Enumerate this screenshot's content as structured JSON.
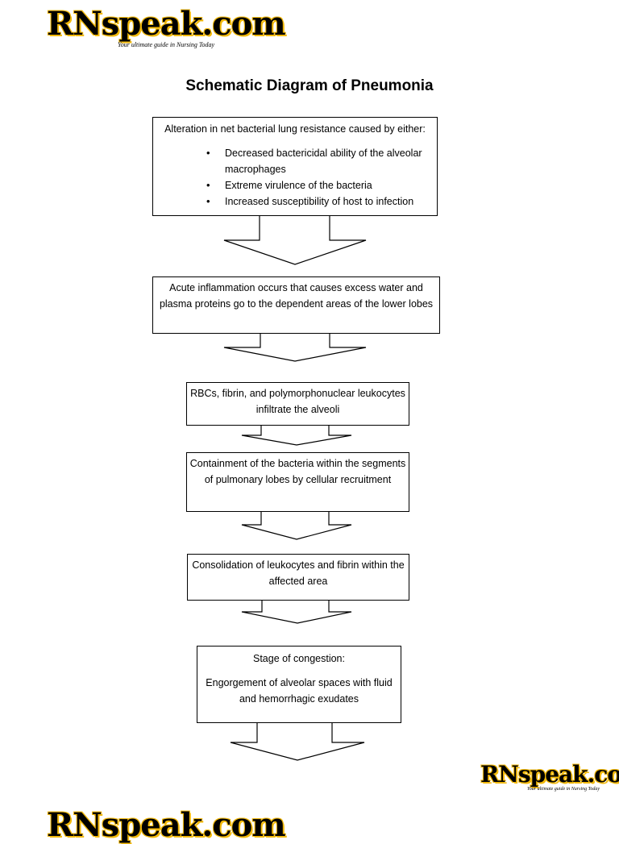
{
  "logo": {
    "text": "RNspeak.com",
    "tagline": "Your ultimate guide in Nursing Today"
  },
  "title": "Schematic Diagram of Pneumonia",
  "flowchart": {
    "step1": {
      "lead": "Alteration in net bacterial lung resistance caused by either:",
      "bullets": [
        "Decreased bactericidal ability of the alveolar macrophages",
        "Extreme virulence of the bacteria",
        "Increased susceptibility of host to infection"
      ]
    },
    "step2": "Acute inflammation occurs that causes excess water and plasma proteins go to the dependent areas of the lower lobes",
    "step3": "RBCs, fibrin, and polymorphonuclear leukocytes infiltrate the alveoli",
    "step4": "Containment of the bacteria within the segments of pulmonary lobes by cellular recruitment",
    "step5": "Consolidation of leukocytes and fibrin within the affected area",
    "step6": {
      "heading": "Stage of congestion:",
      "detail": "Engorgement of alveolar spaces with fluid and hemorrhagic exudates"
    }
  },
  "colors": {
    "logo_outline": "#f2b90b",
    "box_border": "#000000",
    "background": "#ffffff"
  }
}
